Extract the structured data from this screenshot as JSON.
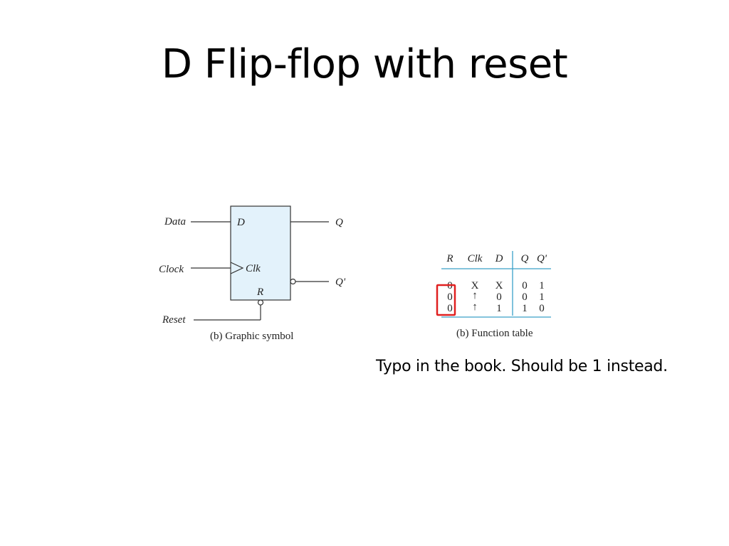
{
  "slide": {
    "title": "D Flip-flop with reset",
    "note": "Typo in the book.  Should be 1 instead."
  },
  "symbol": {
    "inputs": {
      "data": "Data",
      "clock": "Clock",
      "reset": "Reset"
    },
    "pins": {
      "d": "D",
      "clk": "Clk",
      "r": "R"
    },
    "outputs": {
      "q": "Q",
      "q_bar": "Q'"
    },
    "caption": "(b) Graphic symbol",
    "box_fill": "#e3f2fb"
  },
  "function_table": {
    "headers": [
      "R",
      "Clk",
      "D",
      "Q",
      "Q'"
    ],
    "rows": [
      [
        "0",
        "X",
        "X",
        "0",
        "1"
      ],
      [
        "0",
        "↑",
        "0",
        "0",
        "1"
      ],
      [
        "0",
        "↑",
        "1",
        "1",
        "0"
      ]
    ],
    "caption": "(b) Function table",
    "rule_color": "#3aa0c8",
    "highlight_color": "#e02020"
  }
}
